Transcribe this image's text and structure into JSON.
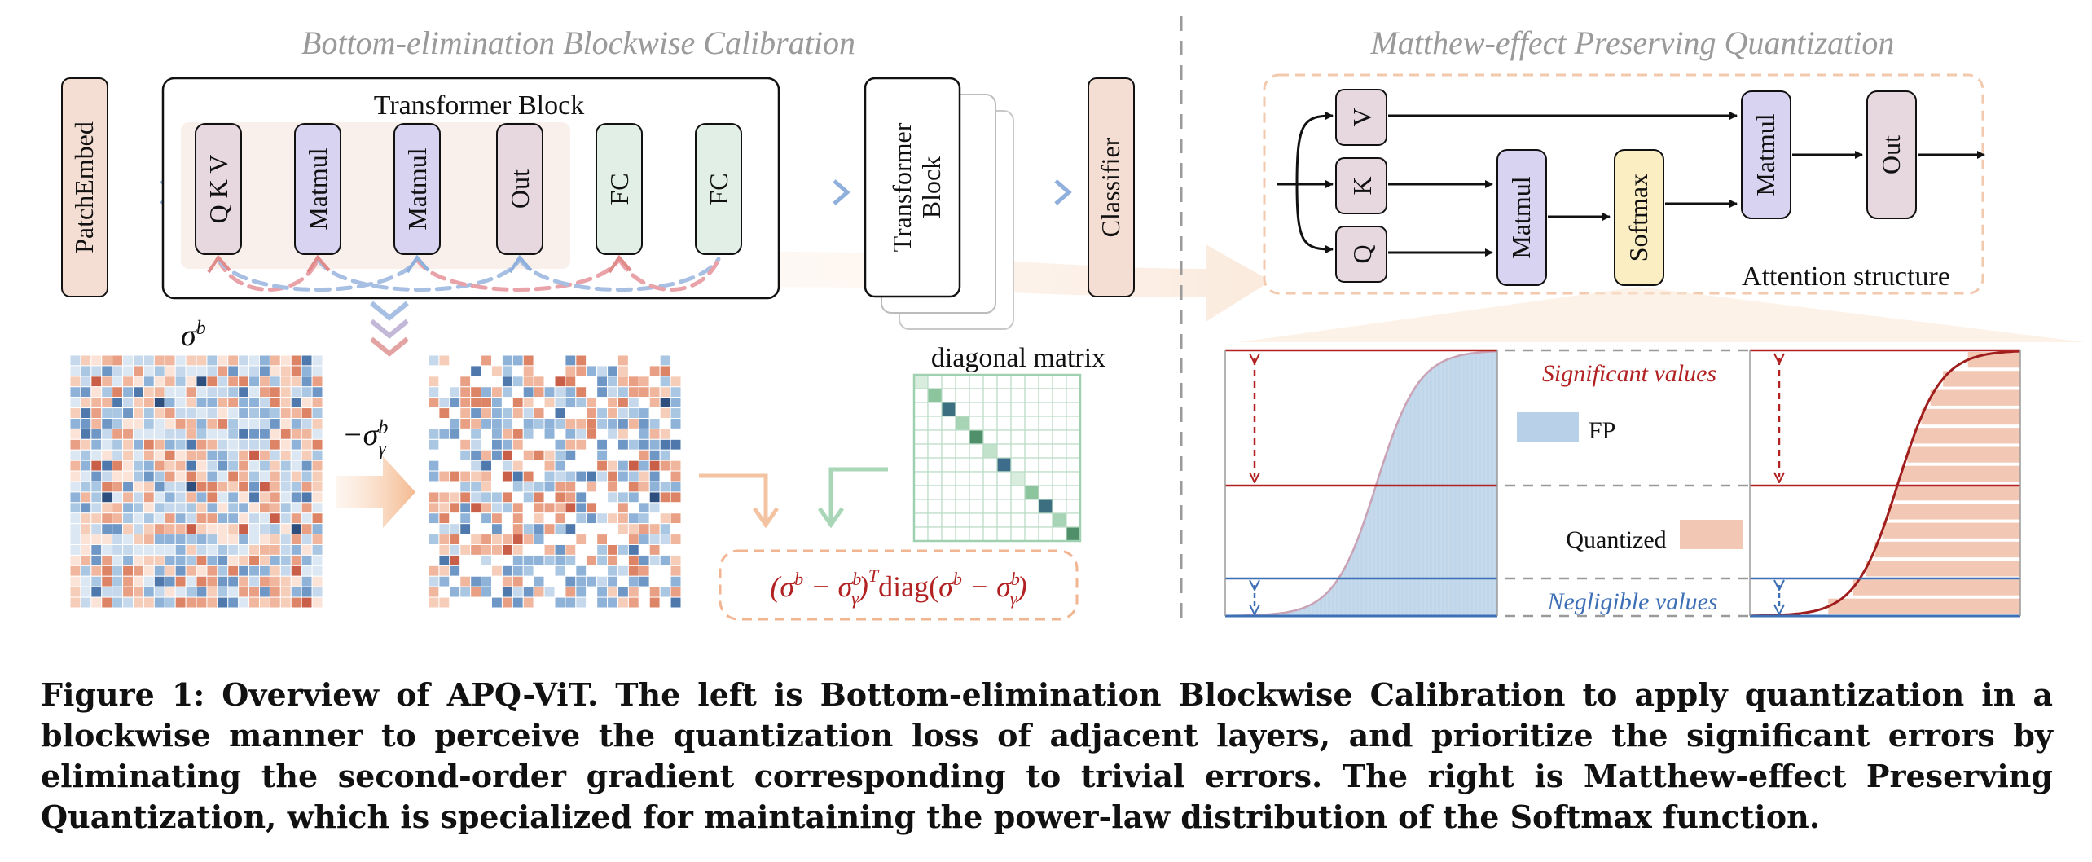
{
  "left_panel": {
    "title": "Bottom-elimination Blockwise Calibration",
    "patch_embed": "PatchEmbed",
    "block_title": "Transformer Block",
    "ops": [
      "Q K V",
      "Matmul",
      "Matmul",
      "Out",
      "FC",
      "FC"
    ],
    "next_block_line1": "Transformer",
    "next_block_line2": "Block",
    "classifier": "Classifier",
    "sigma_label": "σ",
    "sigma_sup": "b",
    "minus_sigma_gamma": "−σ",
    "minus_sigma_sup": "b",
    "minus_sigma_sub": "γ",
    "diagonal_label": "diagonal matrix",
    "formula": "(σᵇ − σᵧᵇ)ᵀ diag(σᵇ − σᵧᵇ)"
  },
  "right_panel": {
    "title": "Matthew-effect Preserving Quantization",
    "nodes": {
      "v": "V",
      "k": "K",
      "q": "Q",
      "matmul1": "Matmul",
      "softmax": "Softmax",
      "matmul2": "Matmul",
      "out": "Out"
    },
    "attention_label": "Attention structure",
    "significant_label": "Significant values",
    "negligible_label": "Negligible values",
    "fp_label": "FP",
    "quantized_label": "Quantized"
  },
  "colors": {
    "purple_fill": "#d9d3f2",
    "mauve_fill": "#e6d8de",
    "green_fill": "#e2efe6",
    "peach_fill": "#f4ddd2",
    "yellow_fill": "#fbeec2",
    "red": "#b22222",
    "blue": "#3d6fb6",
    "fp_blue": "#b9d1e8",
    "quant_peach": "#f2c7b3"
  },
  "caption": "Figure 1: Overview of APQ-ViT. The left is Bottom-elimination Blockwise Calibration to apply quantization in a blockwise manner to perceive the quantization loss of adjacent layers, and prioritize the significant errors by eliminating the second-order gradient corresponding to trivial errors. The right is Matthew-effect Preserving Quantization, which is specialized for maintaining the power-law distribution of the Softmax function."
}
